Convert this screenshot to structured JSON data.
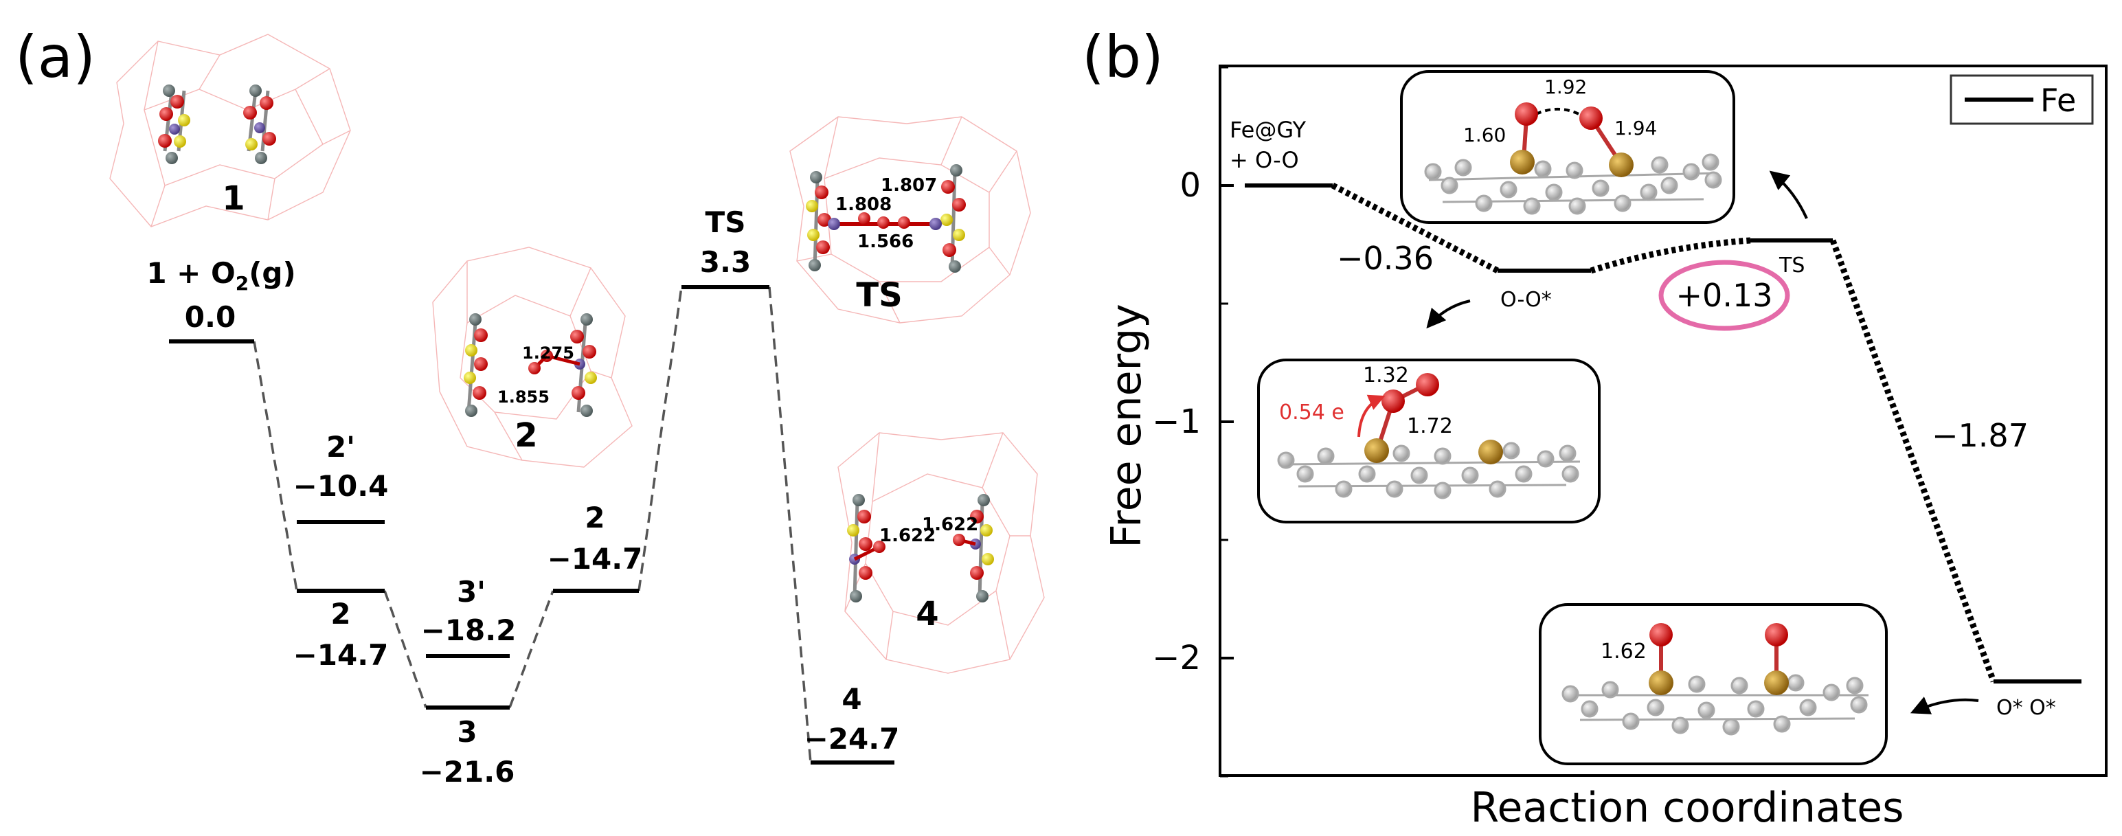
{
  "panel_a": {
    "panel_label": "(a)",
    "chart_data": {
      "type": "energy-profile",
      "states": [
        {
          "id": "1+O2",
          "name": "1 + O2(g)",
          "value": 0.0,
          "value_label": "0.0"
        },
        {
          "id": "2p",
          "name": "2'",
          "value": -10.4,
          "value_label": "−10.4"
        },
        {
          "id": "2a",
          "name": "2",
          "value": -14.7,
          "value_label": "−14.7"
        },
        {
          "id": "3",
          "name": "3",
          "value": -21.6,
          "value_label": "−21.6"
        },
        {
          "id": "3p",
          "name": "3'",
          "value": -18.2,
          "value_label": "−18.2"
        },
        {
          "id": "2b",
          "name": "2",
          "value": -14.7,
          "value_label": "−14.7"
        },
        {
          "id": "TS",
          "name": "TS",
          "value": 3.3,
          "value_label": "3.3"
        },
        {
          "id": "4",
          "name": "4",
          "value": -24.7,
          "value_label": "−24.7"
        }
      ],
      "connections": [
        [
          "1+O2",
          "2a"
        ],
        [
          "2a",
          "3"
        ],
        [
          "3",
          "2b"
        ],
        [
          "2b",
          "TS"
        ],
        [
          "TS",
          "4"
        ]
      ]
    },
    "structures": {
      "s1": {
        "label": "1"
      },
      "s2": {
        "label": "2",
        "d1": "1.275",
        "d2": "1.855"
      },
      "sTS": {
        "label": "TS",
        "d1": "1.808",
        "d2": "1.807",
        "d3": "1.566"
      },
      "s4": {
        "label": "4",
        "d1": "1.622",
        "d2": "1.622"
      }
    },
    "colors": {
      "O": "#d10000",
      "S": "#f2e600",
      "C": "#7a8a8a",
      "Co": "#6f5fa8",
      "cage": "#f3a5a5"
    }
  },
  "panel_b": {
    "panel_label": "(b)",
    "chart_data": {
      "type": "energy-profile",
      "xlabel": "Reaction coordinates",
      "ylabel": "Free energy",
      "ylim": [
        -2.5,
        0.5
      ],
      "yticks": [
        0,
        -1,
        -2
      ],
      "ytick_labels": [
        "0",
        "−1",
        "−2"
      ],
      "legend": {
        "entry": "Fe",
        "position": "top-right"
      },
      "states": [
        {
          "id": "start",
          "label_line1": "Fe@GY",
          "label_line2": "+ O-O",
          "value": 0.0
        },
        {
          "id": "OO",
          "label": "O-O*",
          "value": -0.36
        },
        {
          "id": "TS",
          "label": "TS",
          "value": -0.23
        },
        {
          "id": "OO2",
          "label": "O*  O*",
          "value": -2.1
        }
      ],
      "step_labels": {
        "s1": "−0.36",
        "s2": "+0.13",
        "s3": "−1.87"
      }
    },
    "insets": {
      "ts": {
        "d_oo": "1.92",
        "d_left": "1.60",
        "d_right": "1.94"
      },
      "oo": {
        "charge": "0.54 e",
        "d_oo": "1.32",
        "d_feo": "1.72"
      },
      "final": {
        "d_feo": "1.62"
      }
    },
    "colors": {
      "Fe": "#b8861b",
      "O": "#d91414",
      "C": "#c4c4c4",
      "charge": "#e03030",
      "highlight": "#e46aa8"
    }
  }
}
